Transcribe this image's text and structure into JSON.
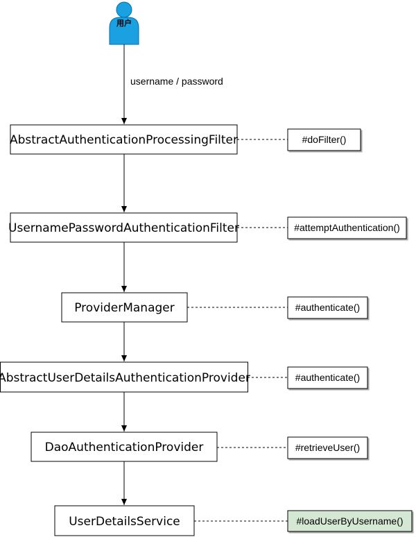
{
  "actor": {
    "label": "用户"
  },
  "edge_label": "username / password",
  "nodes": [
    {
      "label": "AbstractAuthenticationProcessingFilter",
      "method": "#doFilter()"
    },
    {
      "label": "UsernamePasswordAuthenticationFilter",
      "method": "#attemptAuthentication()"
    },
    {
      "label": "ProviderManager",
      "method": "#authenticate()"
    },
    {
      "label": "AbstractUserDetailsAuthenticationProvider",
      "method": "#authenticate()"
    },
    {
      "label": "DaoAuthenticationProvider",
      "method": "#retrieveUser()"
    },
    {
      "label": "UserDetailsService",
      "method": "#loadUserByUsername()"
    }
  ],
  "colors": {
    "actor_fill": "#1ba1e2",
    "actor_stroke": "#006eaf",
    "highlight_note_fill": "#d5e8d4"
  }
}
